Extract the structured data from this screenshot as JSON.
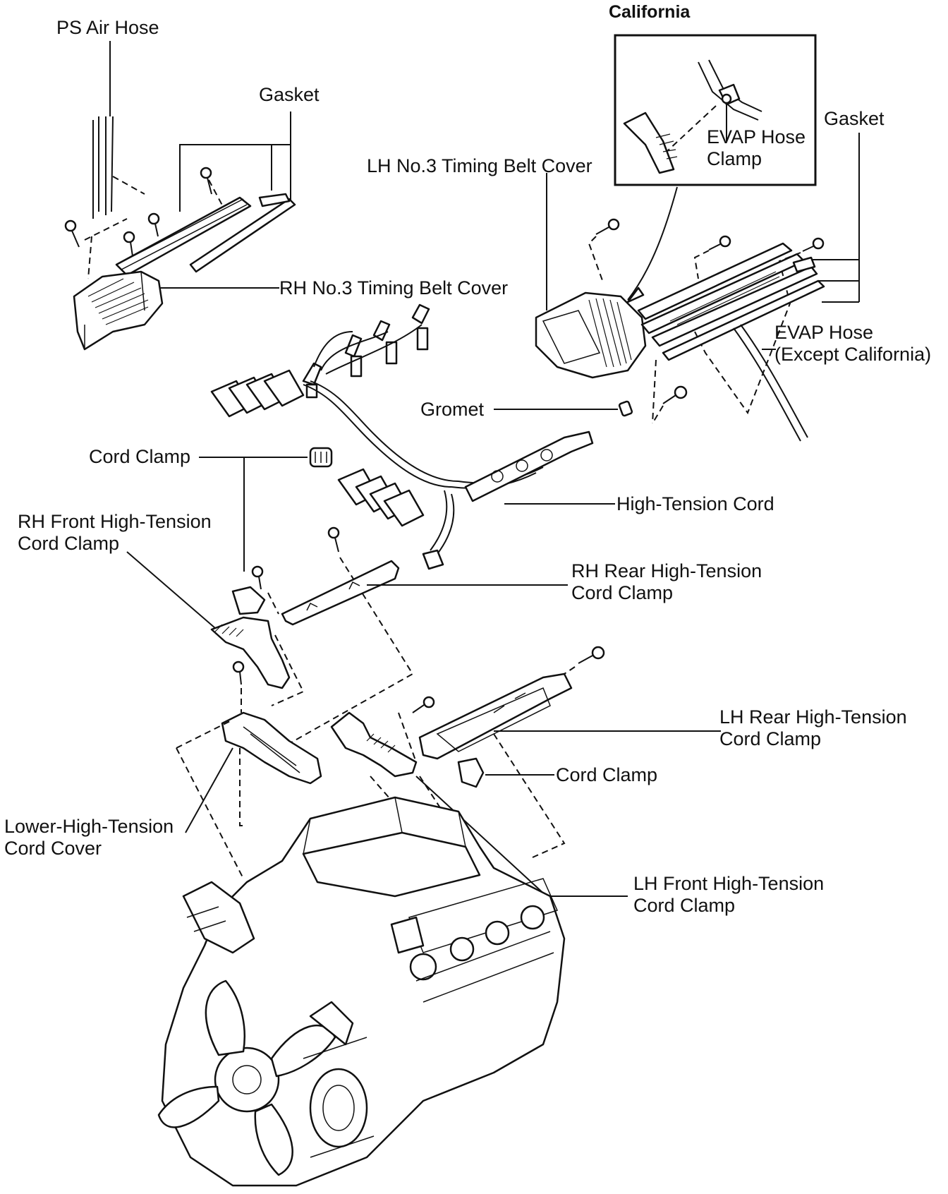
{
  "labels": {
    "ps_air_hose": "PS Air Hose",
    "gasket_left": "Gasket",
    "california": "California",
    "gasket_right": "Gasket",
    "evap_hose_clamp_line1": "EVAP Hose",
    "evap_hose_clamp_line2": "Clamp",
    "lh_no3_timing_belt_cover": "LH No.3 Timing Belt Cover",
    "rh_no3_timing_belt_cover": "RH No.3 Timing Belt Cover",
    "evap_hose_line1": "EVAP Hose",
    "evap_hose_line2": "(Except California)",
    "gromet": "Gromet",
    "cord_clamp_top": "Cord Clamp",
    "high_tension_cord": "High-Tension Cord",
    "rh_front_clamp_line1": "RH Front High-Tension",
    "rh_front_clamp_line2": "Cord Clamp",
    "rh_rear_clamp_line1": "RH Rear High-Tension",
    "rh_rear_clamp_line2": "Cord Clamp",
    "lh_rear_clamp_line1": "LH Rear High-Tension",
    "lh_rear_clamp_line2": "Cord Clamp",
    "cord_clamp_bottom": "Cord Clamp",
    "lower_cover_line1": "Lower-High-Tension",
    "lower_cover_line2": "Cord Cover",
    "lh_front_clamp_line1": "LH Front High-Tension",
    "lh_front_clamp_line2": "Cord Clamp"
  }
}
